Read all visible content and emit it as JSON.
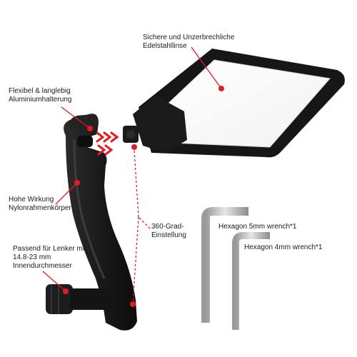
{
  "labels": {
    "lens": {
      "line1": "Sichere und Unzerbrechliche",
      "line2": "Edelstahllinse"
    },
    "aluminium": {
      "line1": "Flexibel & langlebig",
      "line2": "Aluminiumhalterung"
    },
    "nylon": {
      "line1": "Hohe Wirkung",
      "line2": "Nylonrahmenkörper"
    },
    "clamp": {
      "line1": "Passend für Lenker mit",
      "line2": "14.8-23 mm",
      "line3": "Innendurchmesser"
    },
    "rotation": {
      "line1": "360-Grad-",
      "line2": "Einstellung"
    },
    "hex5": "Hexagon 5mm wrench*1",
    "hex4": "Hexagon 4mm wrench*1"
  },
  "colors": {
    "accent": "#e21b23",
    "body": "#1c1c1c",
    "wrench": "#b8b8b8"
  }
}
